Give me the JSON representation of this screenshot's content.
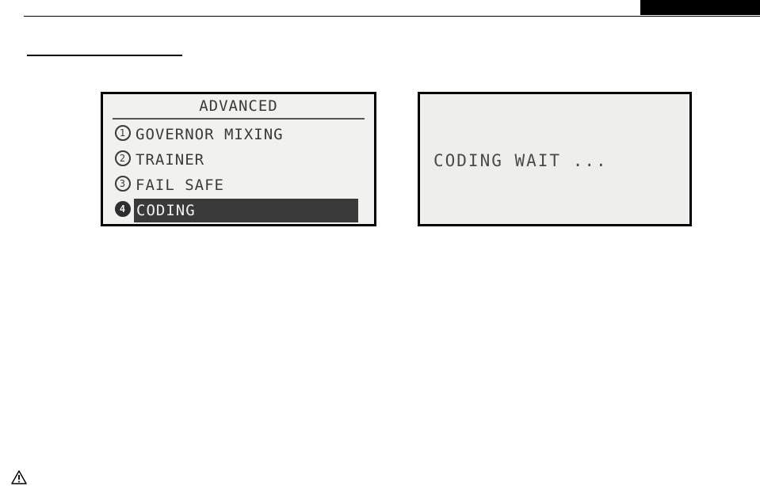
{
  "left_screen": {
    "title": "ADVANCED",
    "items": [
      {
        "number": "1",
        "label": "GOVERNOR MIXING",
        "selected": false
      },
      {
        "number": "2",
        "label": "TRAINER",
        "selected": false
      },
      {
        "number": "3",
        "label": "FAIL SAFE",
        "selected": false
      },
      {
        "number": "4",
        "label": "CODING",
        "selected": true
      }
    ]
  },
  "right_screen": {
    "message": "CODING WAIT ..."
  },
  "icons": {
    "footer": "warning-icon"
  },
  "colors": {
    "lcd_background": "#f1f1ef",
    "lcd_text": "#3a3a3a",
    "highlight": "#3a3a3a"
  }
}
